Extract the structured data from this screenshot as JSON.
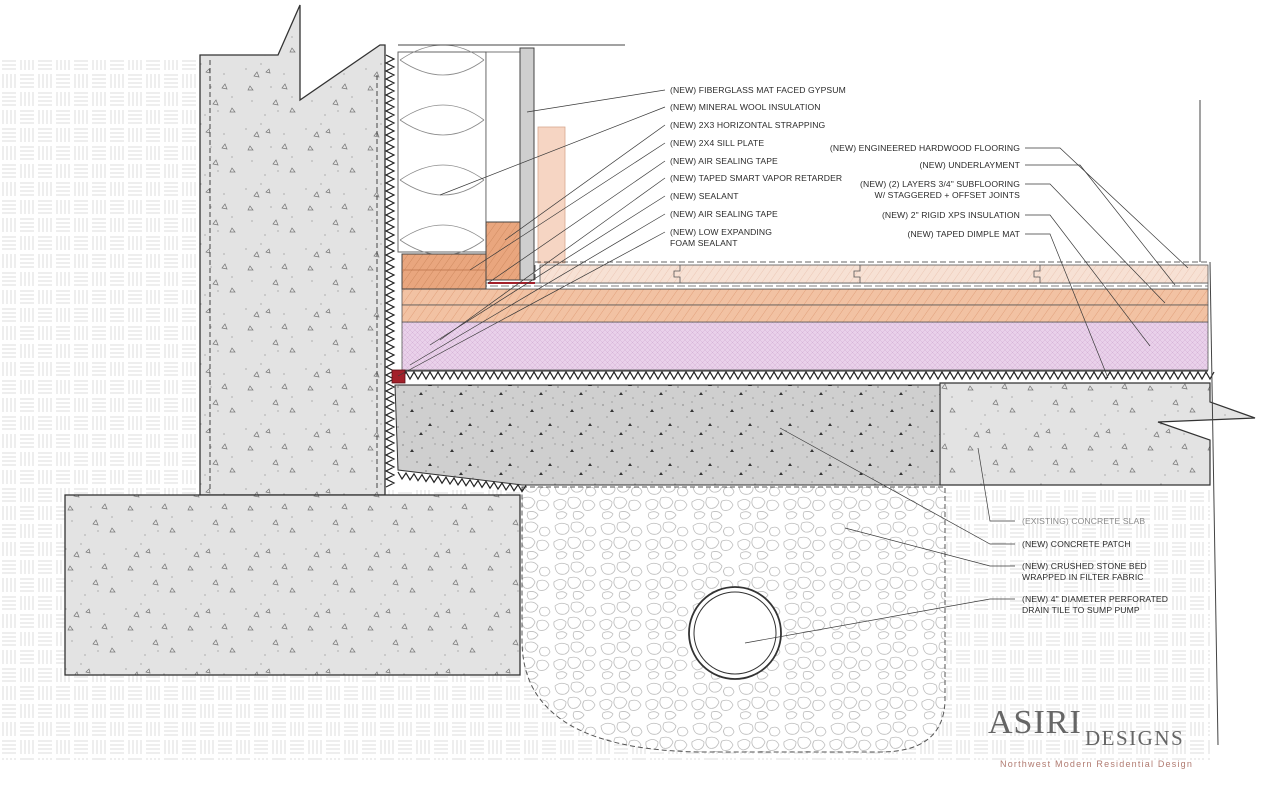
{
  "wall_labels": [
    "(NEW) FIBERGLASS MAT FACED GYPSUM",
    "(NEW) MINERAL WOOL INSULATION",
    "(NEW) 2X3 HORIZONTAL STRAPPING",
    "(NEW) 2X4 SILL PLATE",
    "(NEW) AIR SEALING TAPE",
    "(NEW) TAPED SMART VAPOR RETARDER",
    "(NEW) SEALANT",
    "(NEW) AIR SEALING TAPE",
    "(NEW) LOW EXPANDING",
    "FOAM SEALANT"
  ],
  "floor_labels": [
    "(NEW) ENGINEERED HARDWOOD FLOORING",
    "(NEW) UNDERLAYMENT",
    "(NEW) (2) LAYERS 3/4\" SUBFLOORING",
    "W/ STAGGERED + OFFSET JOINTS",
    "(NEW) 2\" RIGID XPS INSULATION",
    "(NEW) TAPED DIMPLE MAT"
  ],
  "below_labels": [
    "(EXISTING) CONCRETE SLAB",
    "(NEW) CONCRETE PATCH",
    "(NEW) CRUSHED STONE BED",
    "WRAPPED IN FILTER FABRIC",
    "(NEW) 4\" DIAMETER PERFORATED",
    "DRAIN TILE TO SUMP PUMP"
  ],
  "brand": {
    "name_main": "ASIRI",
    "name_sub": "DESIGNS",
    "tagline": "Northwest Modern Residential Design"
  },
  "colors": {
    "concrete": "#e3e3e3",
    "concrete_patch": "#cfcfcf",
    "wood": "#e9a67e",
    "flooring": "#f6dfd2",
    "xps_insulation": "#e7cdea",
    "sealant": "#a3202a",
    "earth_pattern": "#e4e4e4"
  }
}
